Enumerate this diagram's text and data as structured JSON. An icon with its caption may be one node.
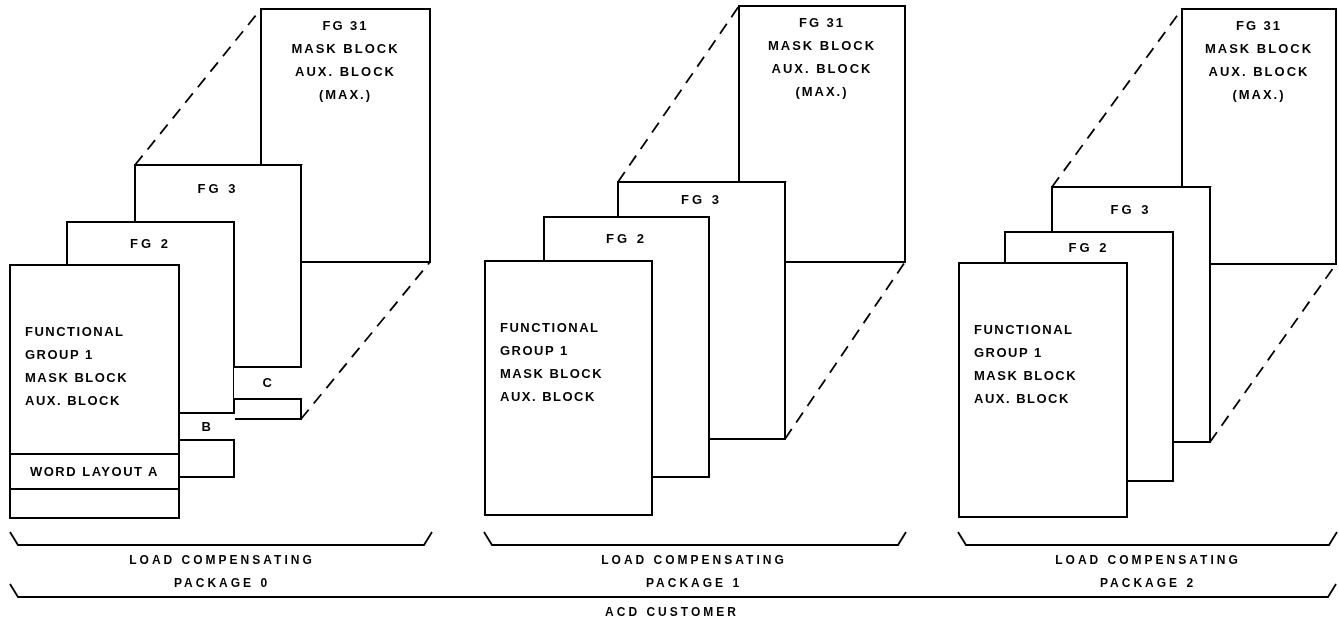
{
  "diagram": {
    "nodes": [
      {
        "text": [
          "FG 31",
          "MASK BLOCK AUX. BLOCK (MAX.)"
        ]
      },
      {
        "text": [
          "FG 3"
        ]
      },
      {
        "text": [
          "C"
        ]
      },
      {
        "text": [
          "FG 2"
        ]
      },
      {
        "text": [
          "B"
        ]
      },
      {
        "text": [
          "FUNCTIONAL GROUP 1 MASK BLOCK AUX. BLOCK"
        ]
      },
      {
        "text": [
          "WORD LAYOUT A"
        ],
        "in": 5
      },
      {
        "text": [
          "FG 31",
          "MASK BLOCK AUX. BLOCK (MAX.)"
        ]
      },
      {
        "text": [
          "FG 3"
        ]
      },
      {
        "text": [
          "FG 2"
        ]
      },
      {
        "text": [
          "FUNCTIONAL GROUP 1 MASK BLOCK AUX. BLOCK"
        ]
      },
      {
        "text": [
          "FG 31",
          "MASK BLOCK AUX. BLOCK (MAX.)"
        ]
      },
      {
        "text": [
          "FG 3"
        ]
      },
      {
        "text": [
          "FG 2"
        ]
      },
      {
        "text": [
          "FUNCTIONAL GROUP 1 MASK BLOCK AUX. BLOCK"
        ]
      }
    ],
    "labels": [
      "LOAD COMPENSATING PACKAGE 0",
      "LOAD COMPENSATING PACKAGE 1",
      "LOAD COMPENSATING PACKAGE 2",
      "ACD CUSTOMER"
    ]
  }
}
